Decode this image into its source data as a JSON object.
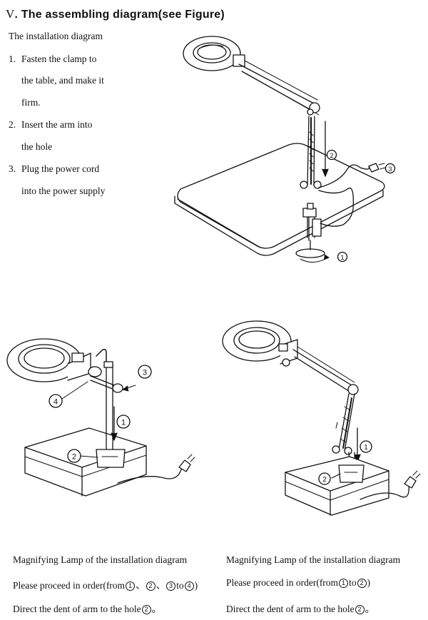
{
  "heading": {
    "numeral": "V",
    "text": ". The assembling diagram(see Figure)"
  },
  "intro": "The installation diagram",
  "steps": [
    {
      "num": "1.",
      "line1": "Fasten  the  clamp  to",
      "line2": "the table, and make it",
      "line3": "firm."
    },
    {
      "num": "2.",
      "line1": "Insert  the  arm  into",
      "line2": "the hole"
    },
    {
      "num": "3.",
      "line1": "Plug  the  power  cord",
      "line2": "into the power supply"
    }
  ],
  "figure1_callouts": [
    "2",
    "3",
    "1"
  ],
  "figure2_callouts": [
    "3",
    "4",
    "1",
    "2"
  ],
  "figure3_callouts": [
    "1",
    "2"
  ],
  "captions": {
    "left": {
      "line1": "Magnifying Lamp of the installation diagram",
      "line2_prefix": "Please proceed in order(from",
      "line2_c1": "1",
      "line2_sep1": "、",
      "line2_c2": "2",
      "line2_sep2": "、",
      "line2_c3": "3",
      "line2_to": "to",
      "line2_c4": "4",
      "line2_suffix": ")",
      "line3_prefix": "Direct the dent of arm to the hole",
      "line3_c": "2",
      "line3_suffix": "。"
    },
    "right": {
      "line1": "Magnifying Lamp of the installation diagram",
      "line2_prefix": "Please proceed in order(from",
      "line2_c1": "1",
      "line2_to": "to",
      "line2_c2": "2",
      "line2_suffix": ")",
      "line3_prefix": "Direct the dent of arm to the hole",
      "line3_c": "2",
      "line3_suffix": "。"
    }
  }
}
